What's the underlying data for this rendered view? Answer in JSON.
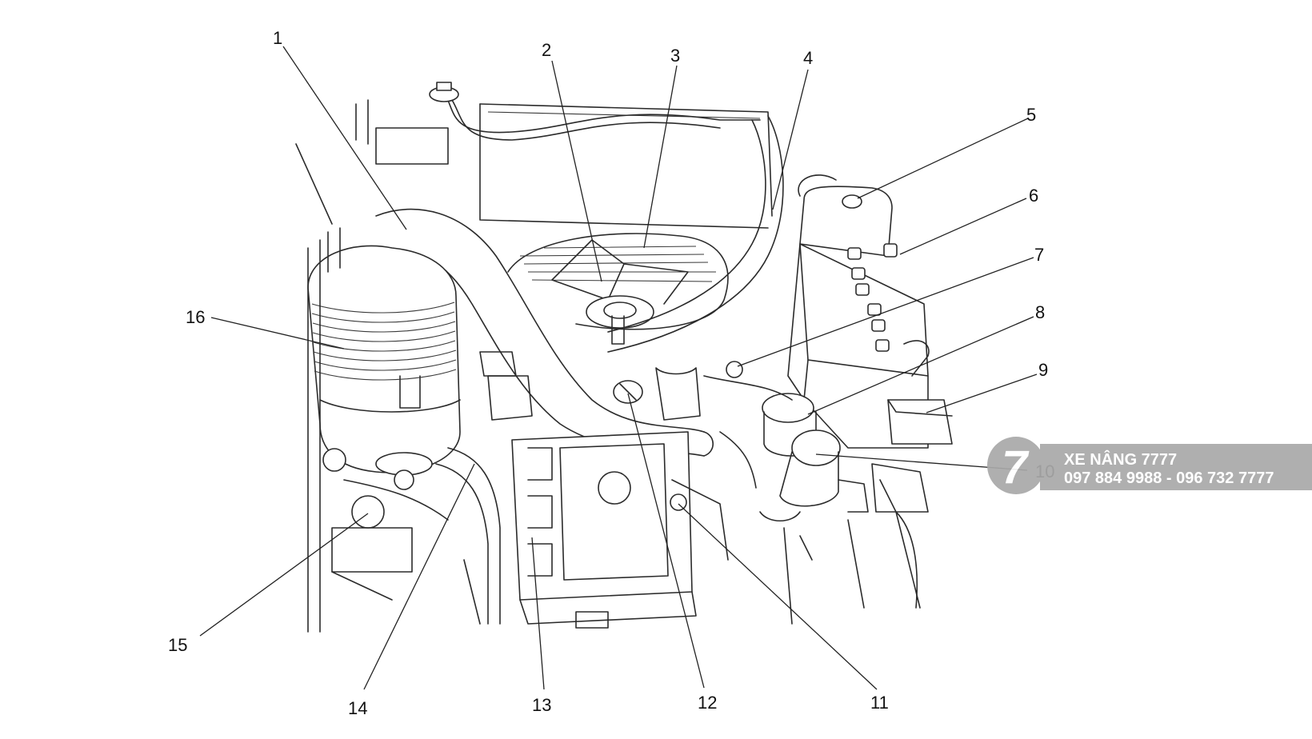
{
  "callouts": [
    {
      "id": "1",
      "label": "1"
    },
    {
      "id": "2",
      "label": "2"
    },
    {
      "id": "3",
      "label": "3"
    },
    {
      "id": "4",
      "label": "4"
    },
    {
      "id": "5",
      "label": "5"
    },
    {
      "id": "6",
      "label": "6"
    },
    {
      "id": "7",
      "label": "7"
    },
    {
      "id": "8",
      "label": "8"
    },
    {
      "id": "9",
      "label": "9"
    },
    {
      "id": "10",
      "label": "10"
    },
    {
      "id": "11",
      "label": "11"
    },
    {
      "id": "12",
      "label": "12"
    },
    {
      "id": "13",
      "label": "13"
    },
    {
      "id": "14",
      "label": "14"
    },
    {
      "id": "15",
      "label": "15"
    },
    {
      "id": "16",
      "label": "16"
    }
  ],
  "watermark": {
    "logo_glyph": "7",
    "name": "XE NÂNG 7777",
    "phone": "097 884 9988 - 096 732 7777",
    "band_color": "#a9a9a9"
  }
}
